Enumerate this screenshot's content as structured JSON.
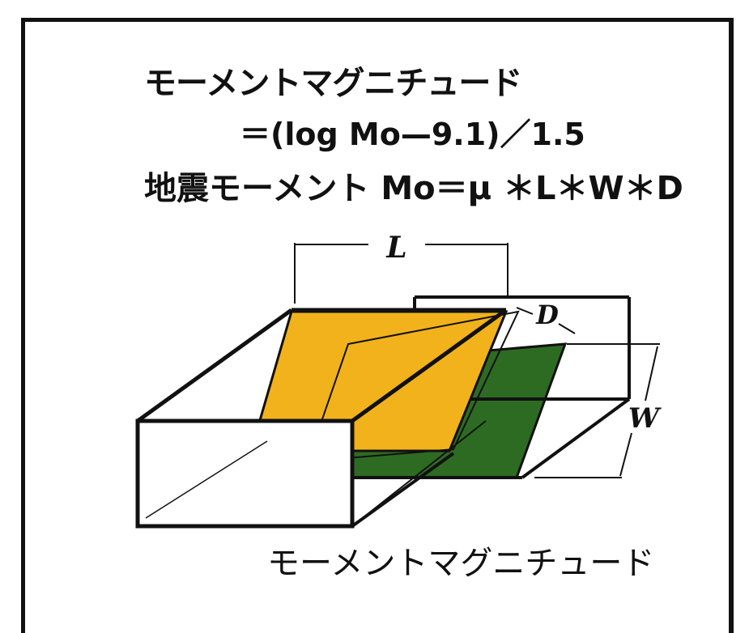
{
  "formula": {
    "line1": "モーメントマグニチュード",
    "line2": "＝(log  Mo—9.1)／1.5",
    "line3": "地震モーメント  Mo＝μ ＊L＊W＊D"
  },
  "diagram": {
    "label_length": "L",
    "label_width": "W",
    "label_slip": "D",
    "caption": "モーメントマグニチュード"
  },
  "colors": {
    "fault_plane_front": "#f2b21c",
    "fault_plane_back": "#2e6b22",
    "outline": "#111111"
  }
}
